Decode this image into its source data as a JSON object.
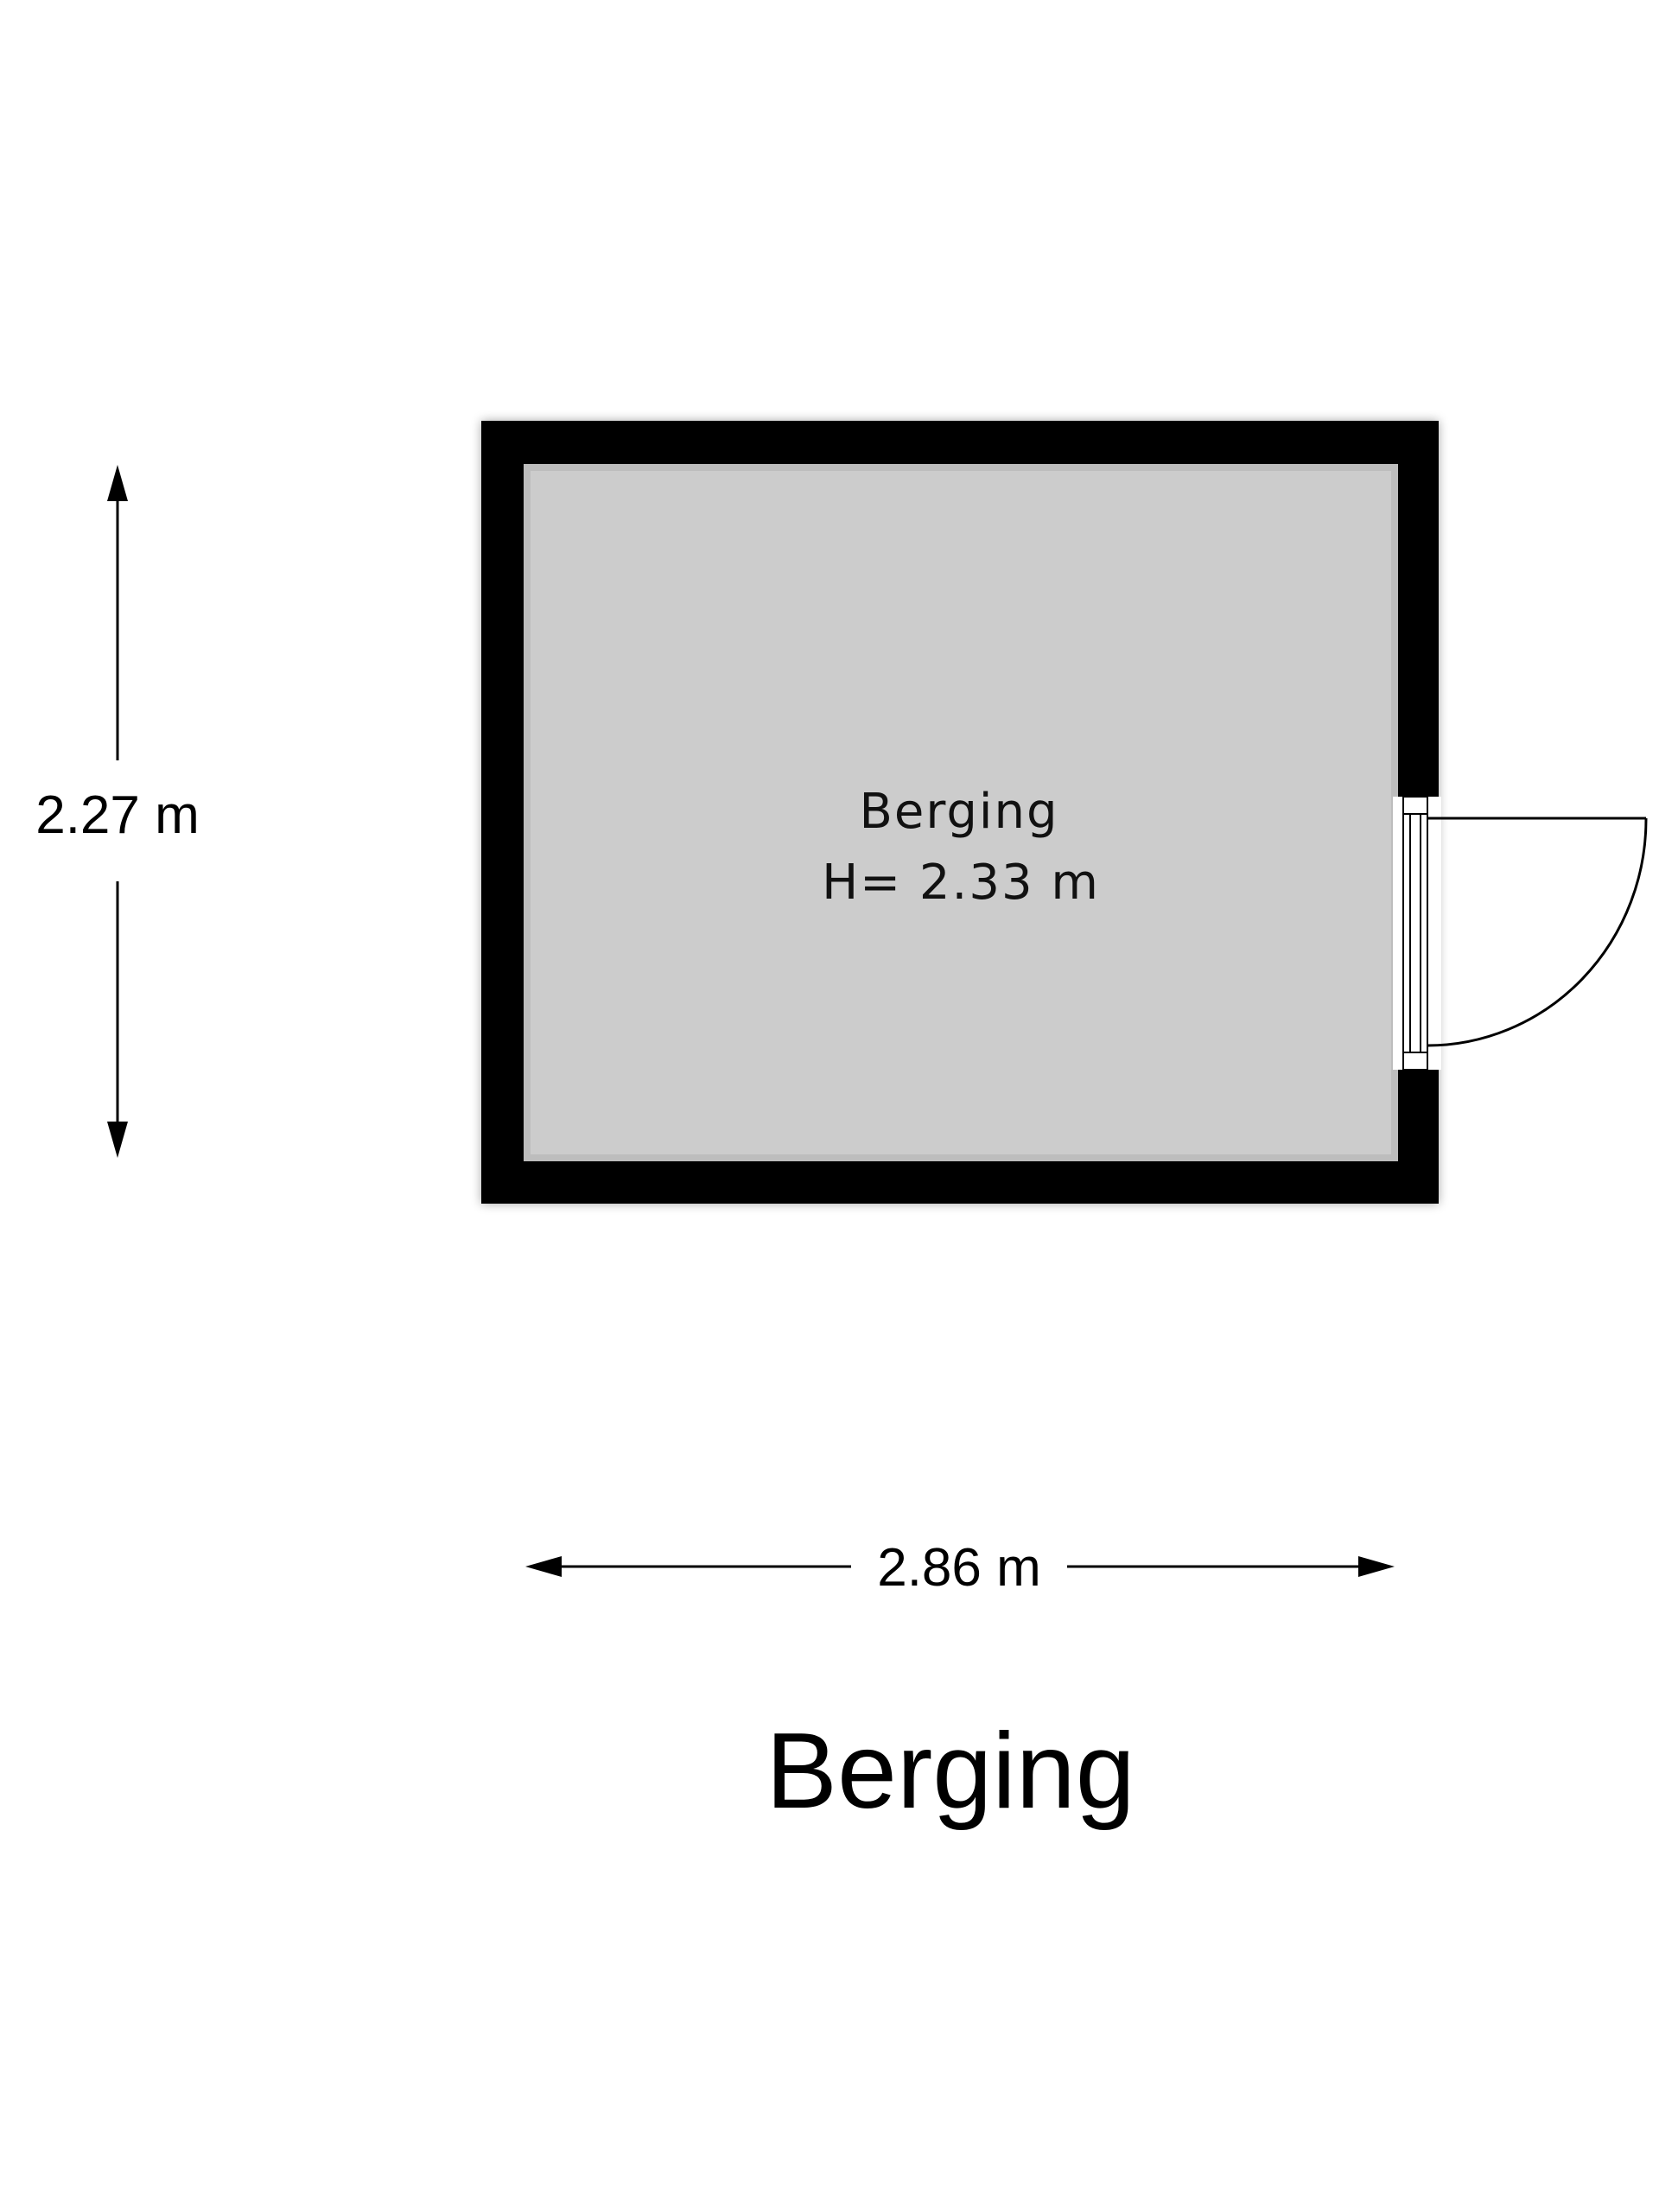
{
  "plan": {
    "title": "Berging",
    "room": {
      "name": "Berging",
      "height_label": "H= 2.33 m"
    },
    "dimensions": {
      "width": "2.86 m",
      "depth": "2.27 m"
    },
    "colors": {
      "wall": "#000000",
      "floor": "#cccccc",
      "background": "#ffffff"
    }
  }
}
